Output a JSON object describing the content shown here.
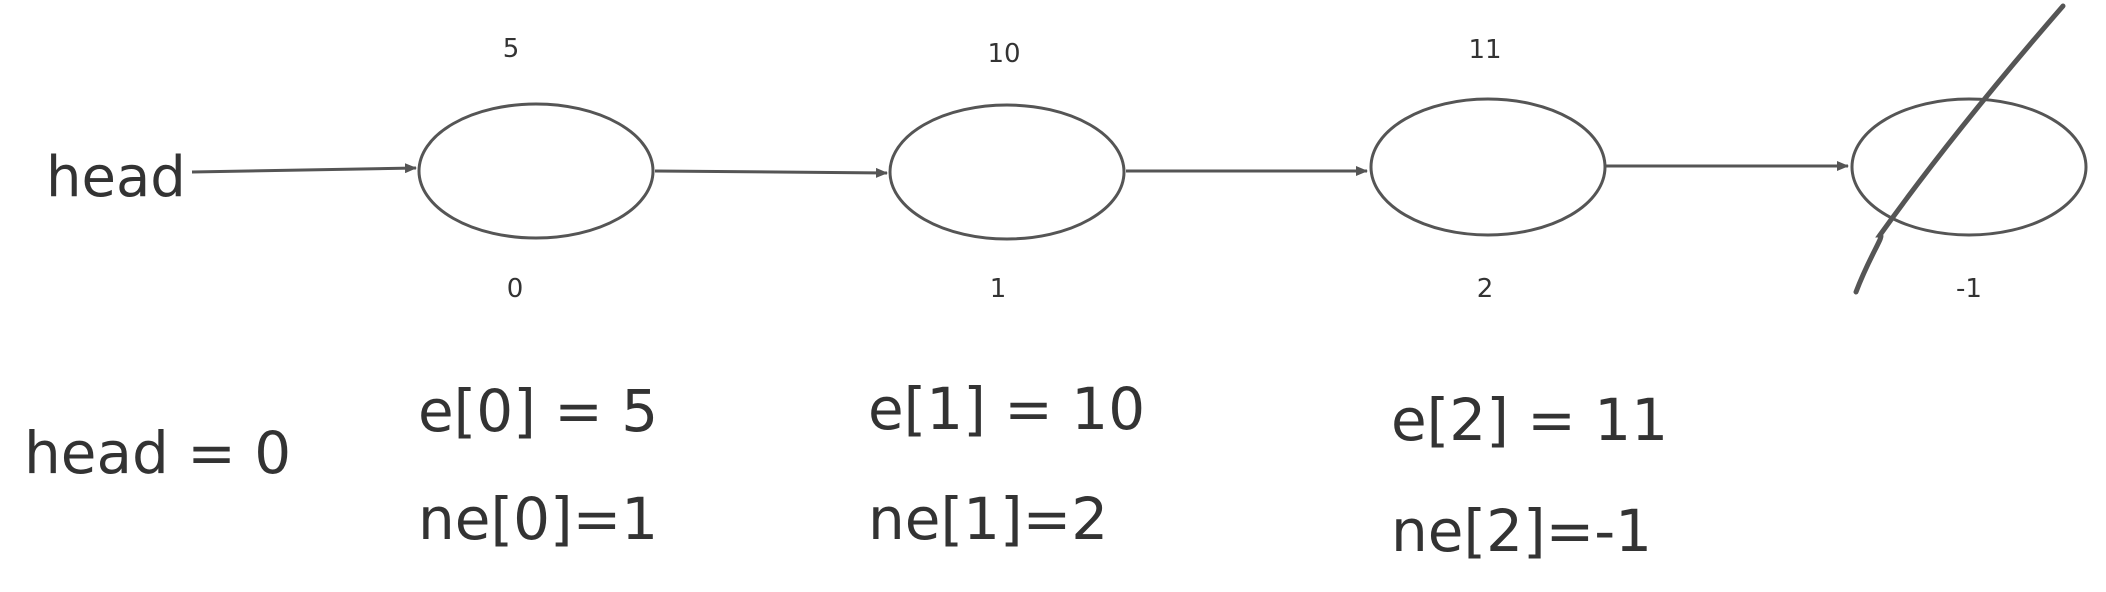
{
  "head": {
    "label": "head",
    "assignment": "head = 0"
  },
  "nodes": [
    {
      "value": "5",
      "index": "0",
      "e_text": "e[0] = 5",
      "ne_text": "ne[0]=1",
      "crossed": false
    },
    {
      "value": "10",
      "index": "1",
      "e_text": "e[1] = 10",
      "ne_text": "ne[1]=2",
      "crossed": false
    },
    {
      "value": "11",
      "index": "2",
      "e_text": "e[2] = 11",
      "ne_text": "ne[2]=-1",
      "crossed": false
    },
    {
      "value": "",
      "index": "-1",
      "e_text": "",
      "ne_text": "",
      "crossed": true
    }
  ],
  "colors": {
    "stroke": "#555555",
    "text": "#333333",
    "background": "#ffffff"
  }
}
